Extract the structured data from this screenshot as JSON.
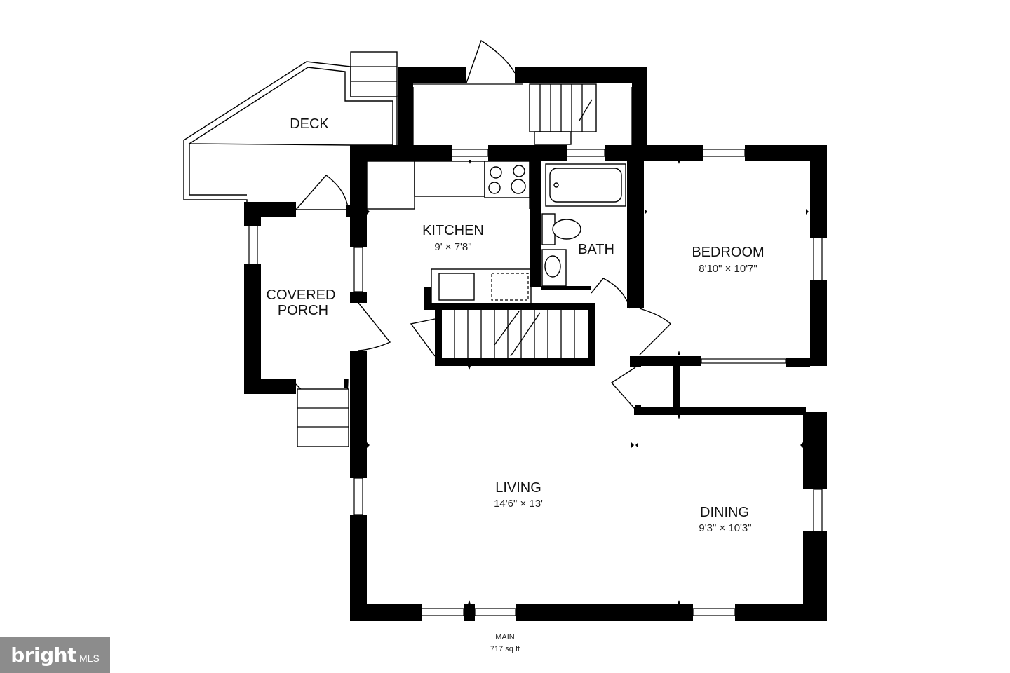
{
  "plan": {
    "rooms": {
      "deck": {
        "name": "DECK"
      },
      "kitchen": {
        "name": "KITCHEN",
        "dims": "9' × 7'8\""
      },
      "bath": {
        "name": "BATH"
      },
      "bedroom": {
        "name": "BEDROOM",
        "dims": "8'10\" × 10'7\""
      },
      "porch": {
        "line1": "COVERED",
        "line2": "PORCH"
      },
      "living": {
        "name": "LIVING",
        "dims": "14'6\" × 13'"
      },
      "dining": {
        "name": "DINING",
        "dims": "9'3\" × 10'3\""
      }
    },
    "floor": {
      "name": "MAIN",
      "area": "717 sq ft"
    }
  },
  "watermark": {
    "brand": "bright",
    "suffix": "MLS"
  },
  "colors": {
    "wall": "#000000",
    "background": "#ffffff",
    "watermark_bg": "#8c8c8c"
  }
}
